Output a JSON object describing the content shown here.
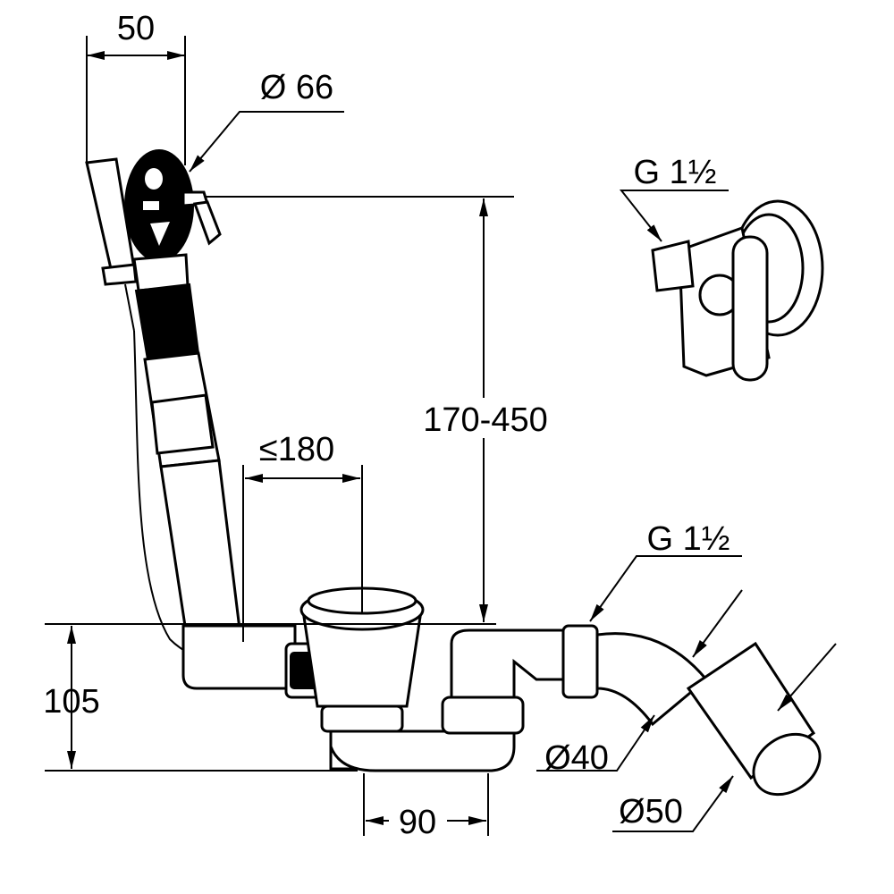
{
  "title": "Bath waste and overflow set dimension drawing",
  "dimensions": {
    "width_50": "50",
    "dia_66": "Ø 66",
    "height_range": "170-450",
    "distance_max": "≤180",
    "height_105": "105",
    "spacing_90": "90",
    "thread_top": "G 1½",
    "thread_outlet": "G 1½",
    "dia_40": "Ø40",
    "dia_50": "Ø50"
  }
}
